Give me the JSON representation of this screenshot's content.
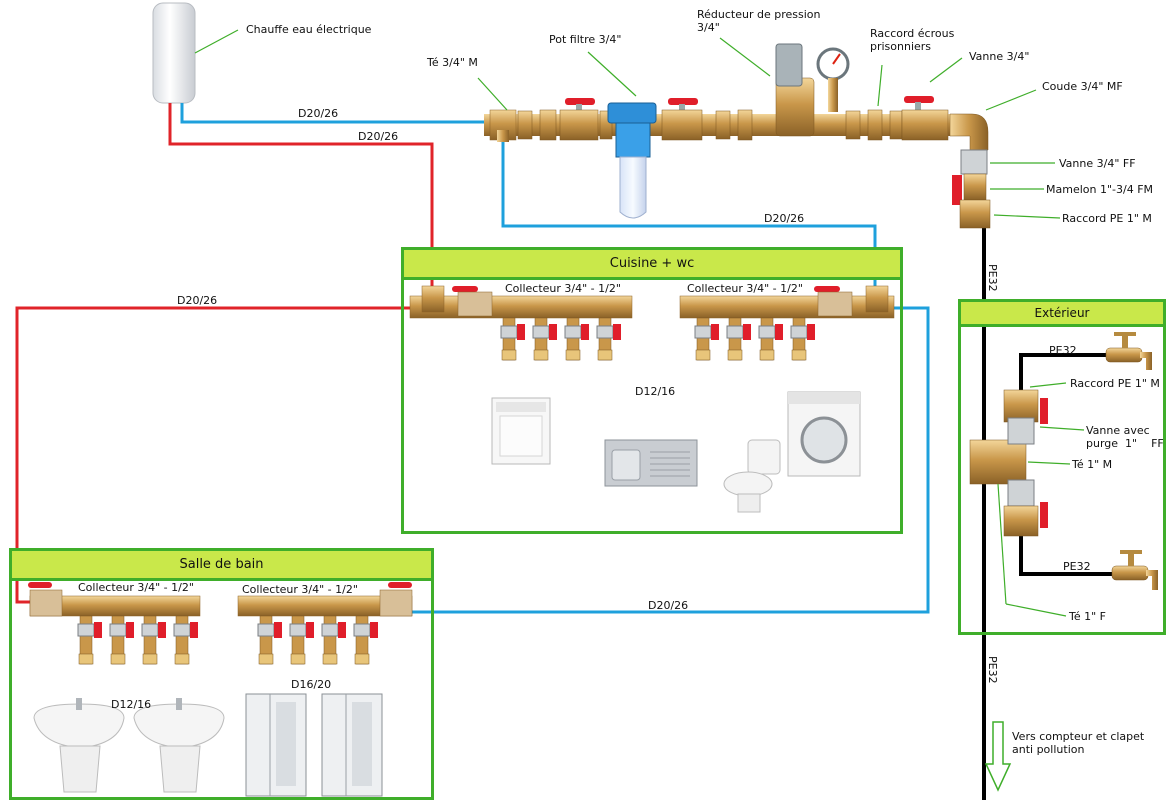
{
  "labels": {
    "heater": "Chauffe eau électrique",
    "pot_filtre": "Pot filtre  3/4\"",
    "reducteur": "Réducteur de pression\n3/4\"",
    "te_34": "Té 3/4\" M",
    "raccord_ecrous": "Raccord écrous\nprisonniers",
    "vanne_34": "Vanne 3/4\"",
    "coude": "Coude 3/4\" MF",
    "vanne_34_ff": "Vanne 3/4\" FF",
    "mamelon": "Mamelon 1\"-3/4 FM",
    "raccord_pe_main": "Raccord PE 1\" M",
    "pe32_main": "PE32",
    "pe32_lower": "PE32",
    "vers_compteur": "Vers compteur et clapet\nanti pollution"
  },
  "pipes": {
    "d20_hot1": "D20/26",
    "d20_cold1": "D20/26",
    "d20_cuisine": "D20/26",
    "d20_left": "D20/26",
    "d20_sdb": "D20/26"
  },
  "cuisine": {
    "title": "Cuisine + wc",
    "collecteur_left": "Collecteur 3/4\" - 1/2\"",
    "collecteur_right": "Collecteur 3/4\" - 1/2\"",
    "pipe_label": "D12/16"
  },
  "sdb": {
    "title": "Salle de bain",
    "collecteur_left": "Collecteur 3/4\" - 1/2\"",
    "collecteur_right": "Collecteur 3/4\" - 1/2\"",
    "pipe_label_1": "D12/16",
    "pipe_label_2": "D16/20"
  },
  "exterieur": {
    "title": "Extérieur",
    "pe32_top": "PE32",
    "raccord_pe": "Raccord PE 1\" M",
    "vanne_purge": "Vanne avec\npurge  1\"    FF",
    "te_1m": "Té 1\" M",
    "pe32_bottom": "PE32",
    "te_1f": "Té 1\" F"
  },
  "colors": {
    "hot": "#e0242a",
    "cold": "#1ea0dc",
    "pe": "#000000",
    "brass": "#c9974a",
    "box_border": "#3fae2a",
    "box_header": "#c9e84a",
    "valve_handle": "#e01e2a"
  }
}
